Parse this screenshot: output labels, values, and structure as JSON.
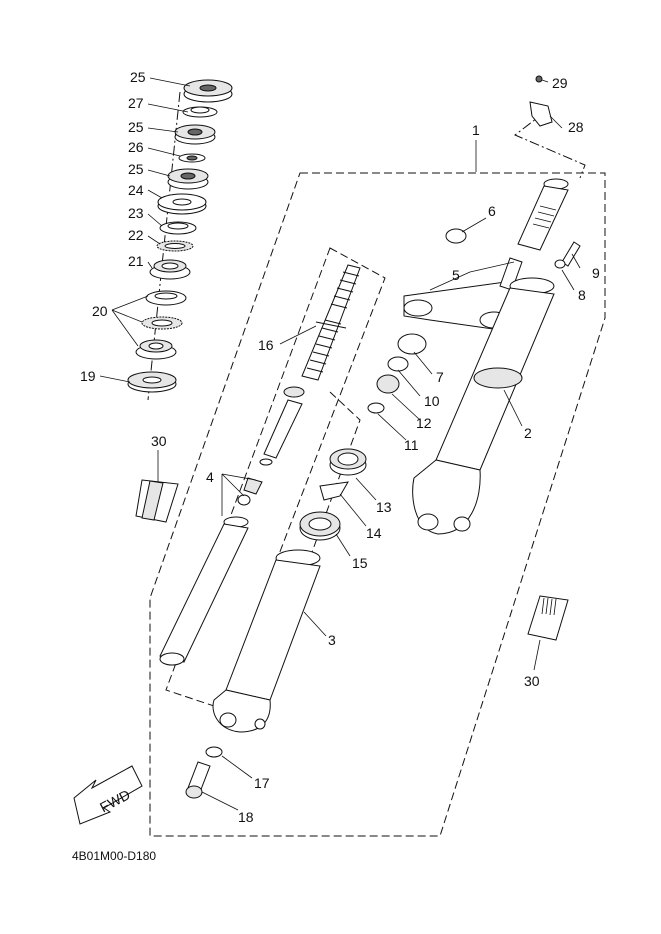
{
  "diagram": {
    "code": "4B01M00-D180",
    "fwd_label": "FWD",
    "callouts": {
      "c1": "1",
      "c2": "2",
      "c3": "3",
      "c4": "4",
      "c5": "5",
      "c6": "6",
      "c7": "7",
      "c8": "8",
      "c9": "9",
      "c10": "10",
      "c11": "11",
      "c12": "12",
      "c13": "13",
      "c14": "14",
      "c15": "15",
      "c16": "16",
      "c17": "17",
      "c18": "18",
      "c19": "19",
      "c20": "20",
      "c21": "21",
      "c22": "22",
      "c23": "23",
      "c24": "24",
      "c25a": "25",
      "c25b": "25",
      "c25c": "25",
      "c26": "26",
      "c27": "27",
      "c28": "28",
      "c29": "29",
      "c30a": "30",
      "c30b": "30"
    }
  }
}
